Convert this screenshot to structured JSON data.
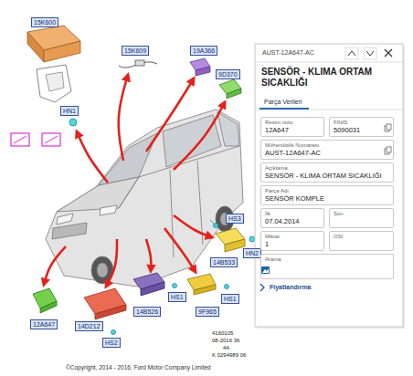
{
  "diagram": {
    "nodes": [
      {
        "text": [
          "AUST-12A647-AC",
          "SENSÖR - KLIMA ORTAM SICAKLIĞI",
          "Parça Verileri",
          "Fiyatlandırma"
        ]
      },
      {
        "text": [
          "Resim notu",
          "12A647"
        ],
        "in": 0
      },
      {
        "text": [
          "FINIS",
          "5090031"
        ],
        "in": 0
      },
      {
        "text": [
          "Mühendislik Numarası",
          "AUST-12A647-AC"
        ],
        "in": 0
      },
      {
        "text": [
          "Açıklama",
          "SENSÖR - KLIMA ORTAM SICAKLIĞI"
        ],
        "in": 0
      },
      {
        "text": [
          "Parça Adı",
          "SENSÖR KOMPLE"
        ],
        "in": 0
      },
      {
        "text": [
          "İlk",
          "07.04.2014"
        ],
        "in": 0
      },
      {
        "text": [
          "Son"
        ],
        "in": 0
      },
      {
        "text": [
          "Miktar",
          "1"
        ],
        "in": 0
      },
      {
        "text": [
          "OSI"
        ],
        "in": 0
      },
      {
        "text": [
          "Arama"
        ],
        "in": 0
      }
    ],
    "labels": [
      "15K600",
      "HN1",
      "15K609",
      "19A366",
      "9D370",
      "HS3",
      "14B533",
      "HN2",
      "14B526",
      "HS1",
      "9F965",
      "HS1",
      "12A647",
      "14D212",
      "HS2",
      "4160105",
      "08-2016 36",
      "4A",
      "K 0294989 06",
      "©Copyright, 2014 - 2016, Ford Motor Company Limited"
    ]
  }
}
